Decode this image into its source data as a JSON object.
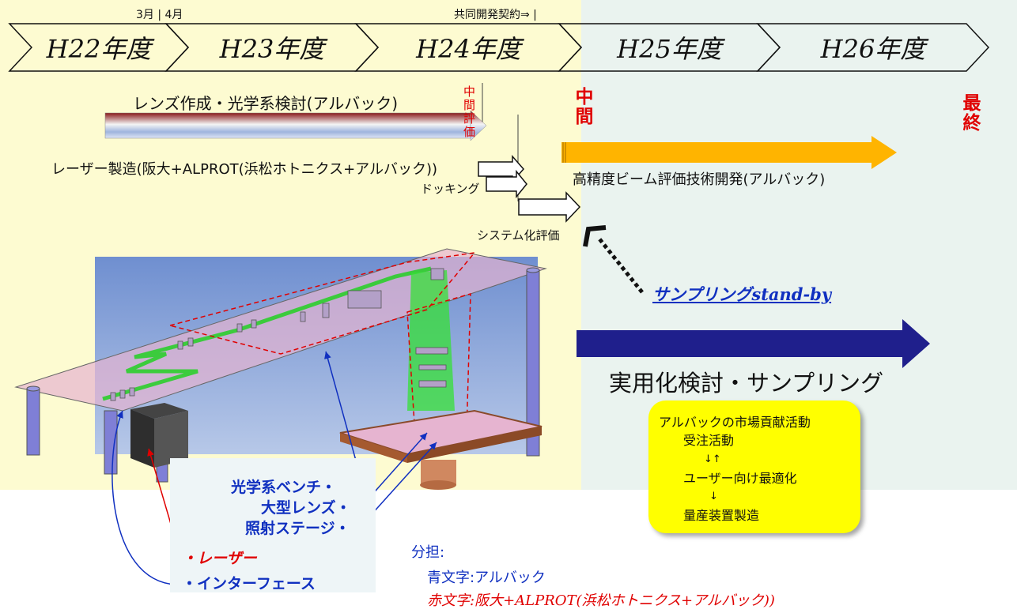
{
  "top_markers": {
    "month_label": "3月 | 4月",
    "contract_label": "共同開発契約⇒ |"
  },
  "fiscal_years": [
    "H22年度",
    "H23年度",
    "H24年度",
    "H25年度",
    "H26年度"
  ],
  "tracks": {
    "lens": "レンズ作成・光学系検討(アルバック)",
    "laser": "レーザー製造(阪大+ALPROT(浜松ホトニクス+アルバック))",
    "docking": "ドッキング",
    "system_eval": "システム化評価",
    "beam_eval": "高精度ビーム評価技術開発(アルバック)",
    "practical": "実用化検討・サンプリング"
  },
  "milestones": {
    "interim_small": "中間評価",
    "interim": "中間",
    "final": "最終"
  },
  "sampling_link": "サンプリングstand-by",
  "ulvac_activity": {
    "title": "アルバックの市場貢献活動",
    "lines": [
      "受注活動",
      "↓↑",
      "ユーザー向け最適化",
      "↓",
      "量産装置製造"
    ]
  },
  "component_labels": {
    "bench": "光学系ベンチ・",
    "lens": "大型レンズ・",
    "stage": "照射ステージ・",
    "laser": "・レーザー",
    "interface": "・インターフェース"
  },
  "legend": {
    "title": "分担:",
    "blue": "青文字:アルバック",
    "red": "赤文字:阪大+ALPROT(浜松ホトニクス+アルバック))"
  },
  "colors": {
    "left_bg": "#fdfbd1",
    "right_bg": "#eaf3ef",
    "red_text": "#e00000",
    "blue_text": "#1030c0",
    "orange_arrow": "#ffb400",
    "navy_arrow": "#1f1f8c",
    "yellow_box": "#ffff00"
  }
}
